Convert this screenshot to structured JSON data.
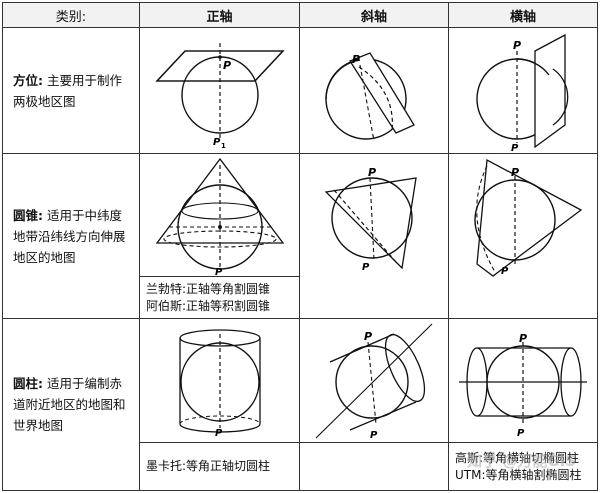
{
  "header": {
    "category": "类别:",
    "normal": "正轴",
    "oblique": "斜轴",
    "transverse": "横轴"
  },
  "rows": [
    {
      "label": "方位:",
      "text": " 主要用于制作两极地区图"
    },
    {
      "label": "圆锥:",
      "text": " 适用于中纬度地带沿纬线方向伸展地区的地图"
    },
    {
      "label": "圆柱:",
      "text": " 适用于编制赤道附近地区的地图和世界地图"
    }
  ],
  "notes": {
    "cone_normal": [
      "兰勃特:正轴等角割圆锥",
      "阿伯斯:正轴等积割圆锥"
    ],
    "cyl_normal": "墨卡托:等角正轴切圆柱",
    "cyl_transverse": [
      "高斯:等角横轴切椭圆柱",
      "UTM:等角横轴割椭圆柱"
    ]
  },
  "pole_labels": {
    "p": "P",
    "p1": "P",
    "sub1": "1"
  },
  "watermark": "知乎 @万能GIS"
}
